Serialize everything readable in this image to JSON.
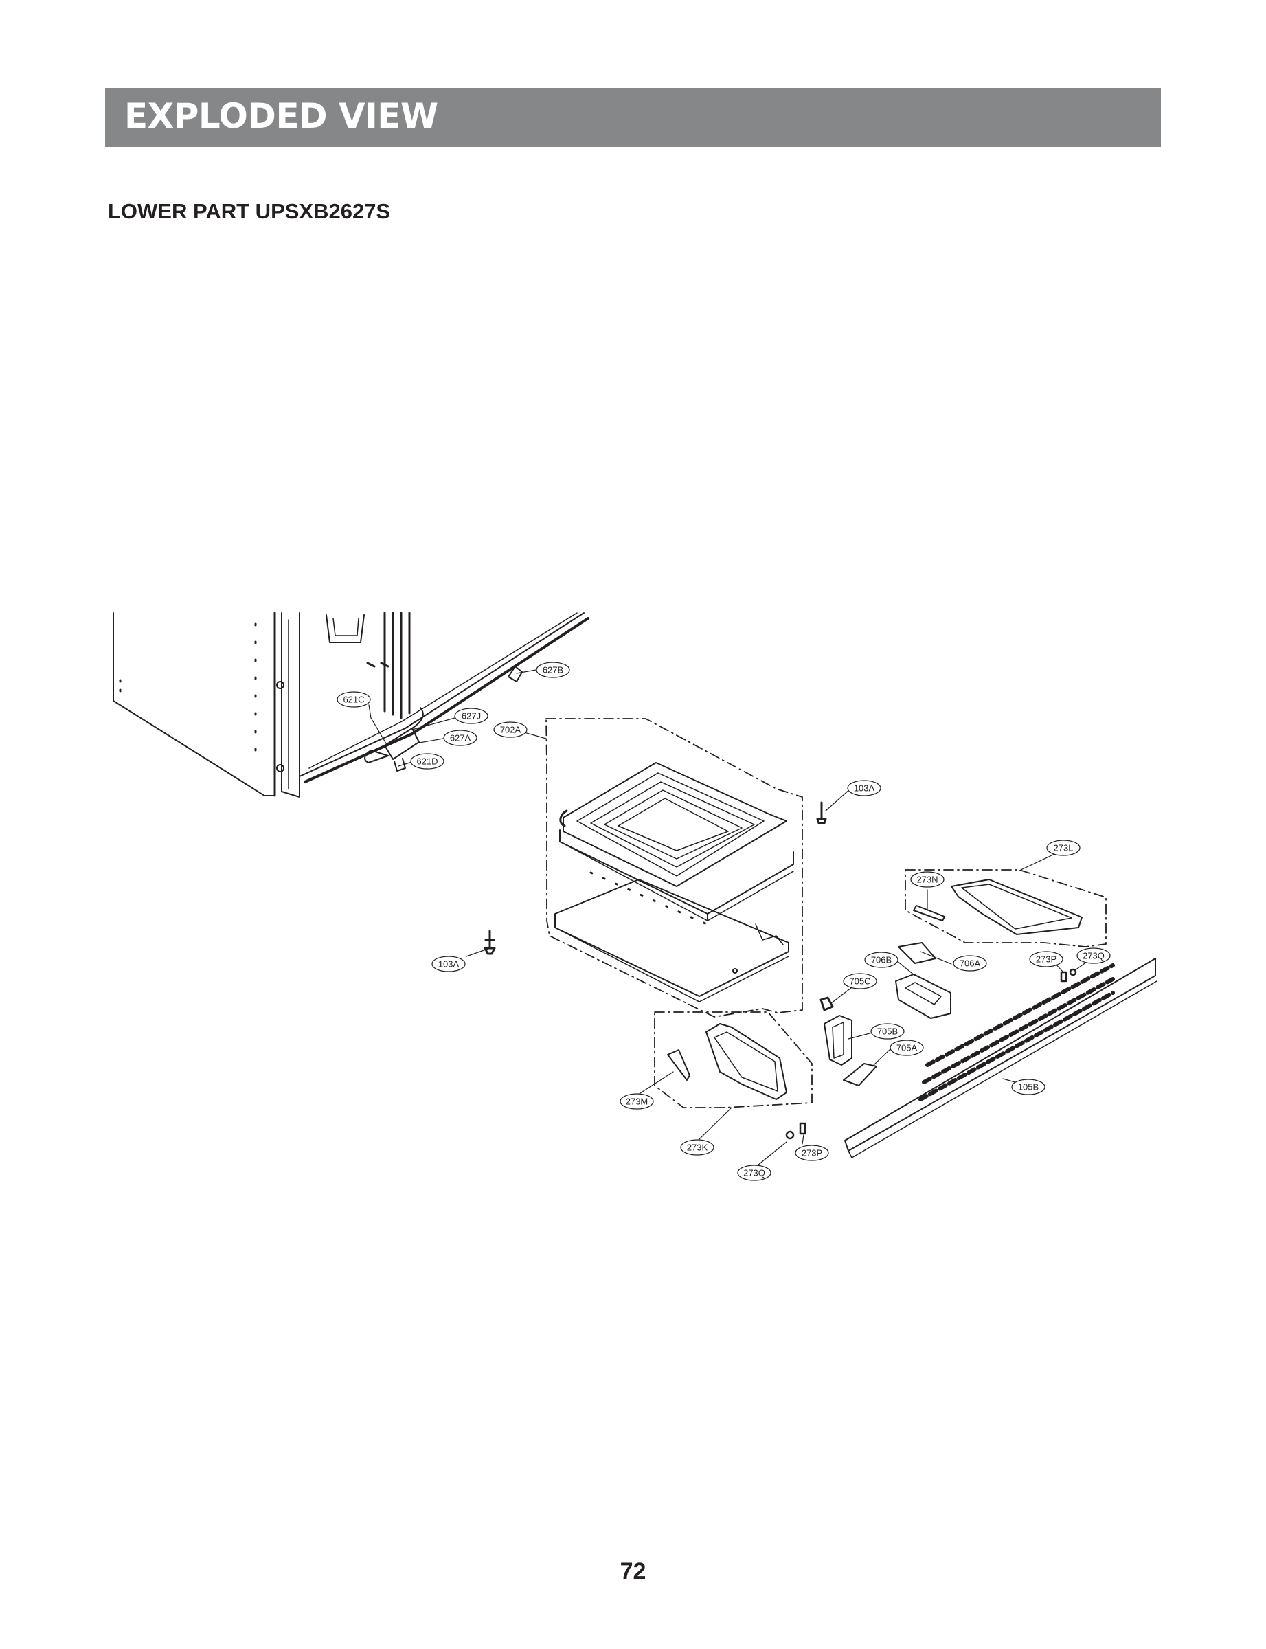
{
  "header": {
    "title": "EXPLODED VIEW"
  },
  "section": {
    "title": "LOWER PART UPSXB2627S"
  },
  "footer": {
    "page_number": "72"
  },
  "colors": {
    "banner": "#868789",
    "ink": "#231f20",
    "background": "#ffffff"
  },
  "callouts": [
    {
      "id": "c627b",
      "label": "627B"
    },
    {
      "id": "c621c",
      "label": "621C"
    },
    {
      "id": "c627j",
      "label": "627J"
    },
    {
      "id": "c627a",
      "label": "627A"
    },
    {
      "id": "c621d",
      "label": "621D"
    },
    {
      "id": "c702a",
      "label": "702A"
    },
    {
      "id": "c103a-top",
      "label": "103A"
    },
    {
      "id": "c273l",
      "label": "273L"
    },
    {
      "id": "c273n",
      "label": "273N"
    },
    {
      "id": "c103a-left",
      "label": "103A"
    },
    {
      "id": "c706b",
      "label": "706B"
    },
    {
      "id": "c706a",
      "label": "706A"
    },
    {
      "id": "c273p-right",
      "label": "273P"
    },
    {
      "id": "c273q-right",
      "label": "273Q"
    },
    {
      "id": "c705c",
      "label": "705C"
    },
    {
      "id": "c705b",
      "label": "705B"
    },
    {
      "id": "c705a",
      "label": "705A"
    },
    {
      "id": "c105b",
      "label": "105B"
    },
    {
      "id": "c273m",
      "label": "273M"
    },
    {
      "id": "c273k",
      "label": "273K"
    },
    {
      "id": "c273p-bottom",
      "label": "273P"
    },
    {
      "id": "c273q-bottom",
      "label": "273Q"
    }
  ]
}
